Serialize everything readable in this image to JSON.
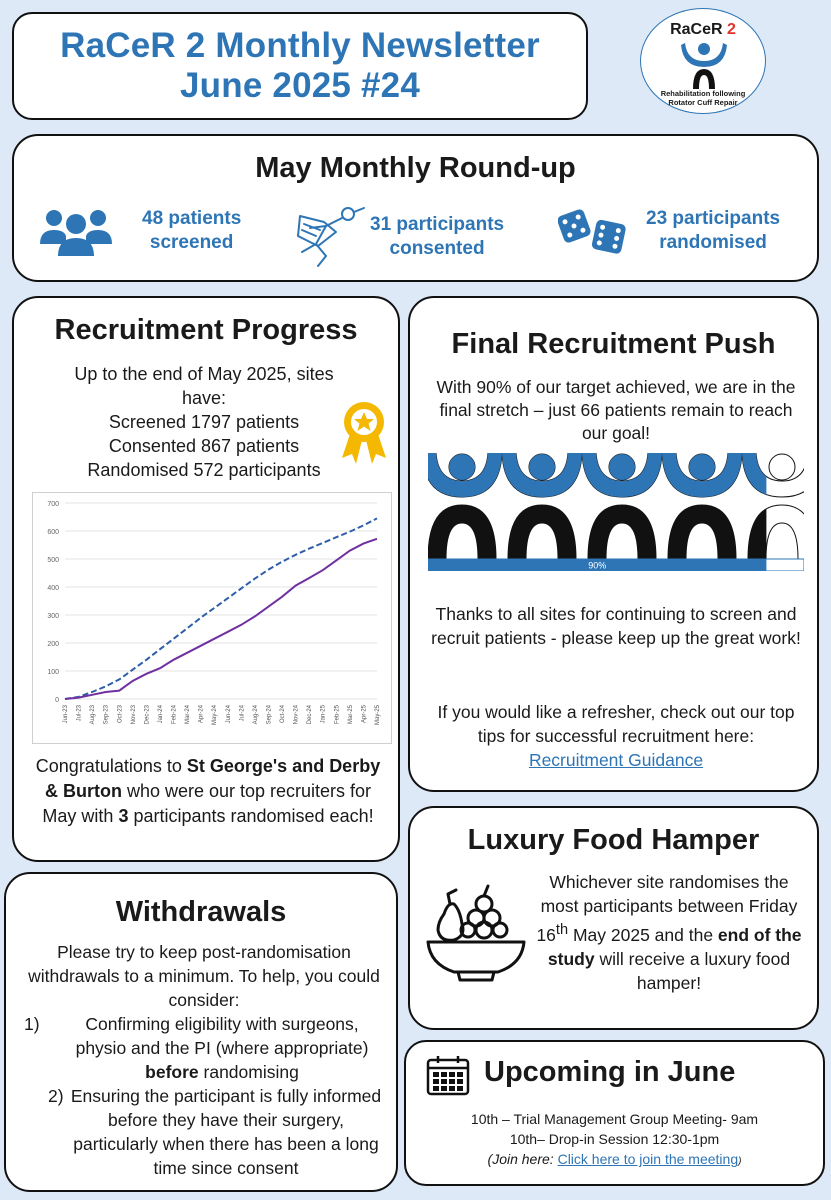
{
  "header": {
    "title_line1": "RaCeR 2 Monthly Newsletter",
    "title_line2": "June 2025 #24",
    "logo_name": "RaCeR",
    "logo_num": "2",
    "logo_sub1": "Rehabilitation following",
    "logo_sub2": "Rotator Cuff Repair"
  },
  "roundup": {
    "title": "May Monthly Round-up",
    "stats": [
      {
        "line1": "48 patients",
        "line2": "screened",
        "icon": "people-group-icon"
      },
      {
        "line1": "31 participants",
        "line2": "consented",
        "icon": "superhero-icon"
      },
      {
        "line1": "23 participants",
        "line2": "randomised",
        "icon": "dice-icon"
      }
    ]
  },
  "progress": {
    "title": "Recruitment Progress",
    "intro1": "Up to the end of May 2025, sites",
    "intro2": "have:",
    "screened_pre": "Screened ",
    "screened_num": "1797",
    "screened_post": " patients",
    "consented_pre": "Consented ",
    "consented_num": "867",
    "consented_post": " patients",
    "randomised_pre": "Randomised ",
    "randomised_num": "572",
    "randomised_post": " participants",
    "congrats_pre": "Congratulations to ",
    "congrats_sites": "St George's and Derby & Burton",
    "congrats_mid": " who were our top recruiters for May with ",
    "congrats_num": "3",
    "congrats_post": " participants randomised each!"
  },
  "chart_data": {
    "type": "line",
    "title": "",
    "xlabel": "",
    "ylabel": "",
    "ylim": [
      0,
      700
    ],
    "yticks": [
      0,
      100,
      200,
      300,
      400,
      500,
      600,
      700
    ],
    "x": [
      "Jun-23",
      "Jul-23",
      "Aug-23",
      "Sep-23",
      "Oct-23",
      "Nov-23",
      "Dec-23",
      "Jan-24",
      "Feb-24",
      "Mar-24",
      "Apr-24",
      "May-24",
      "Jun-24",
      "Jul-24",
      "Aug-24",
      "Sep-24",
      "Oct-24",
      "Nov-24",
      "Dec-24",
      "Jan-25",
      "Feb-25",
      "Mar-25",
      "Apr-25",
      "May-25"
    ],
    "grid": true,
    "series": [
      {
        "style": "dashed",
        "color": "#2e5ea8",
        "values": [
          0,
          8,
          25,
          45,
          70,
          105,
          140,
          178,
          215,
          252,
          290,
          325,
          360,
          395,
          430,
          462,
          490,
          515,
          537,
          557,
          578,
          598,
          620,
          645
        ]
      },
      {
        "style": "solid",
        "color": "#7030a0",
        "values": [
          0,
          5,
          15,
          25,
          30,
          65,
          90,
          110,
          140,
          165,
          190,
          215,
          240,
          265,
          295,
          330,
          365,
          405,
          432,
          460,
          495,
          530,
          555,
          572
        ]
      }
    ]
  },
  "push": {
    "title": "Final Recruitment Push",
    "p1": "With 90% of our target achieved, we are in the final stretch – just 66 patients remain to reach our goal!",
    "bar_label": "90%",
    "bar_fraction": 0.9,
    "p2": "Thanks to all sites for continuing to screen and recruit patients - please keep up the great work!",
    "p3": "If you would like a refresher, check out our top tips for successful recruitment here:",
    "link": "Recruitment Guidance"
  },
  "hamper": {
    "title": "Luxury Food Hamper",
    "t1": "Whichever site randomises the most participants between Friday 16",
    "t1_sup": "th",
    "t1_post": " May 2025 and the ",
    "t1_bold": "end of the study",
    "t1_end": " will receive a luxury food hamper!"
  },
  "withdrawals": {
    "title": "Withdrawals",
    "intro": "Please try to keep post-randomisation withdrawals to a minimum. To help, you could consider:",
    "item1_num": "1)",
    "item1_pre": "Confirming eligibility with surgeons, physio and the PI (where appropriate) ",
    "item1_bold": "before",
    "item1_post": " randomising",
    "item2_num": "2)",
    "item2": "Ensuring the participant is fully informed before they have their surgery, particularly when there has been a long time since consent"
  },
  "upcoming": {
    "title": "Upcoming in June",
    "line1": "10th – Trial Management Group Meeting- 9am",
    "line2": "10th– Drop-in Session 12:30-1pm",
    "join_pre": "(Join here: ",
    "join_link": "Click here to join the meeting",
    "join_post": ")"
  }
}
